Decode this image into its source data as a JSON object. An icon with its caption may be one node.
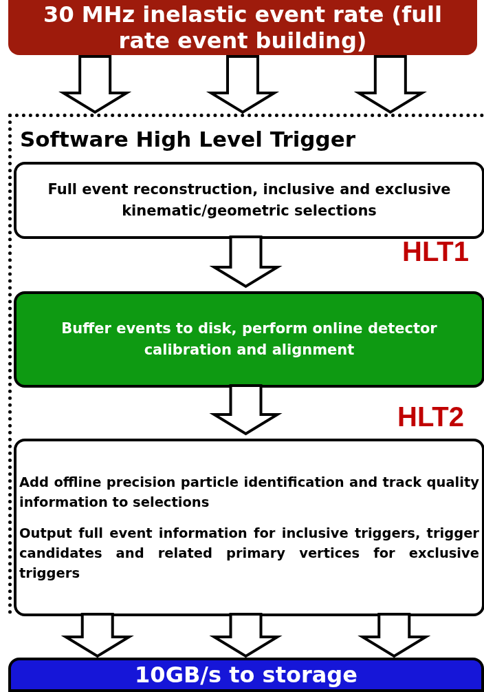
{
  "diagram": {
    "nodes": [
      {
        "text": [
          "30 MHz inelastic event rate (full rate event building)"
        ]
      },
      {
        "text": [
          "Software High Level Trigger"
        ]
      },
      {
        "text": [
          "Full event reconstruction, inclusive and exclusive kinematic/geometric selections"
        ],
        "in": 1
      },
      {
        "text": [
          "Buffer events to disk, perform online detector calibration and alignment"
        ],
        "in": 1
      },
      {
        "text": [
          "Add offline precision particle identification and track quality information to selections",
          "Output full event information for inclusive triggers, trigger candidates and related primary vertices for exclusive triggers"
        ],
        "in": 1
      },
      {
        "text": [
          "10GB/s to storage"
        ]
      }
    ],
    "edges": [
      {
        "from": 0,
        "to": 1,
        "arrow": "to"
      },
      {
        "from": 0,
        "to": 1,
        "arrow": "to"
      },
      {
        "from": 0,
        "to": 1,
        "arrow": "to"
      },
      {
        "from": 2,
        "to": 3,
        "arrow": "to"
      },
      {
        "from": 3,
        "to": 4,
        "arrow": "to"
      },
      {
        "from": 4,
        "to": 5,
        "arrow": "to"
      },
      {
        "from": 4,
        "to": 5,
        "arrow": "to"
      },
      {
        "from": 4,
        "to": 5,
        "arrow": "to"
      }
    ],
    "labels": [
      "HLT1",
      "HLT2"
    ]
  }
}
